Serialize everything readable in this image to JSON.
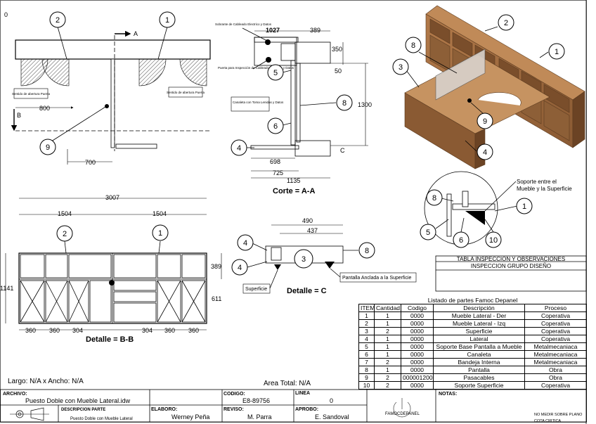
{
  "top_view": {
    "balloons": [
      "2",
      "1",
      "9"
    ],
    "section_a": "A",
    "section_b": "B",
    "note_left": "Sentido de abertura Puerta",
    "note_right": "Sentido de abertura Puerta",
    "dims": [
      "800",
      "700"
    ],
    "corner_label": "0"
  },
  "corte": {
    "title": "Corte = A-A",
    "dims": [
      "1027",
      "389",
      "350",
      "50",
      "1300",
      "698",
      "725",
      "1135"
    ],
    "notes": [
      "Sobrante de Cableado Electrico y Datos",
      "Puerta para Inspección de Cableado Electrico y Datos",
      "Canaleta con Toma Lenidas y Datos"
    ],
    "balloons": [
      "5",
      "8",
      "6",
      "4"
    ],
    "section_c": "C"
  },
  "iso": {
    "balloons": [
      "2",
      "1",
      "8",
      "3",
      "9",
      "4"
    ]
  },
  "detail_right": {
    "note": "Soporte entre el Mueble y la Superficie",
    "balloons": [
      "8",
      "1",
      "5",
      "6",
      "10"
    ]
  },
  "detalle_b": {
    "title": "Detalle = B-B",
    "dims": [
      "3007",
      "1504",
      "1504",
      "389",
      "1141",
      "611",
      "360",
      "360",
      "304",
      "304",
      "360",
      "360"
    ],
    "balloons": [
      "2",
      "1"
    ]
  },
  "detalle_c": {
    "title": "Detalle = C",
    "dims": [
      "490",
      "437"
    ],
    "balloons": [
      "4",
      "4",
      "3",
      "8"
    ],
    "notes": [
      "Superficie",
      "Pantalla Anclada a la Superficie"
    ]
  },
  "inspeccion": {
    "line1": "TABLA INSPECCION Y OBSERVACIONES",
    "line2": "INSPECCION GRUPO DISEÑO"
  },
  "parts": {
    "title": "Listado de partes Famoc Depanel",
    "headers": [
      "ITEM",
      "Cantidad",
      "Codigo",
      "Descripción",
      "Proceso"
    ],
    "rows": [
      [
        "1",
        "1",
        "0000",
        "Mueble Lateral - Der",
        "Coperativa"
      ],
      [
        "2",
        "1",
        "0000",
        "Mueble Lateral - Izq",
        "Coperativa"
      ],
      [
        "3",
        "2",
        "0000",
        "Superficie",
        "Coperativa"
      ],
      [
        "4",
        "1",
        "0000",
        "Lateral",
        "Coperativa"
      ],
      [
        "5",
        "1",
        "0000",
        "Soporte Base Pantalla a Mueble",
        "Metalmecaniaca"
      ],
      [
        "6",
        "1",
        "0000",
        "Canaleta",
        "Metalmecaniaca"
      ],
      [
        "7",
        "2",
        "0000",
        "Bandeja Interna",
        "Metalmecaniaca"
      ],
      [
        "8",
        "1",
        "0000",
        "Pantalla",
        "Obra"
      ],
      [
        "9",
        "2",
        "000001200",
        "Pasacables",
        "Obra"
      ],
      [
        "10",
        "2",
        "0000",
        "Soporte Superficie",
        "Coperativa"
      ]
    ]
  },
  "summary": {
    "largo": "Largo: N/A x Ancho: N/A",
    "area": "Area Total: N/A"
  },
  "title_block": {
    "archivo_label": "ARCHIVO:",
    "archivo_value": "Puesto Doble con Mueble Lateral.idw",
    "codigo_label": "CODIGO:",
    "codigo_value": "E8-89756",
    "linea_label": "LINEA",
    "linea_value": "0",
    "descripcion_label": "DESCRIPCION PARTE",
    "descripcion_value": "Puesto Doble con Mueble Lateral",
    "elaboro_label": "ELABORO:",
    "elaboro_value": "Werney Peña",
    "reviso_label": "REVISO:",
    "reviso_value": "M. Parra",
    "aprobo_label": "APROBO:",
    "aprobo_value": "E. Sandoval",
    "brand": "FAMOCDEPANEL",
    "notas_label": "NOTAS:",
    "note1": "NO MEDIR SOBRE PLANO",
    "note2": "COTA CRITICA"
  }
}
